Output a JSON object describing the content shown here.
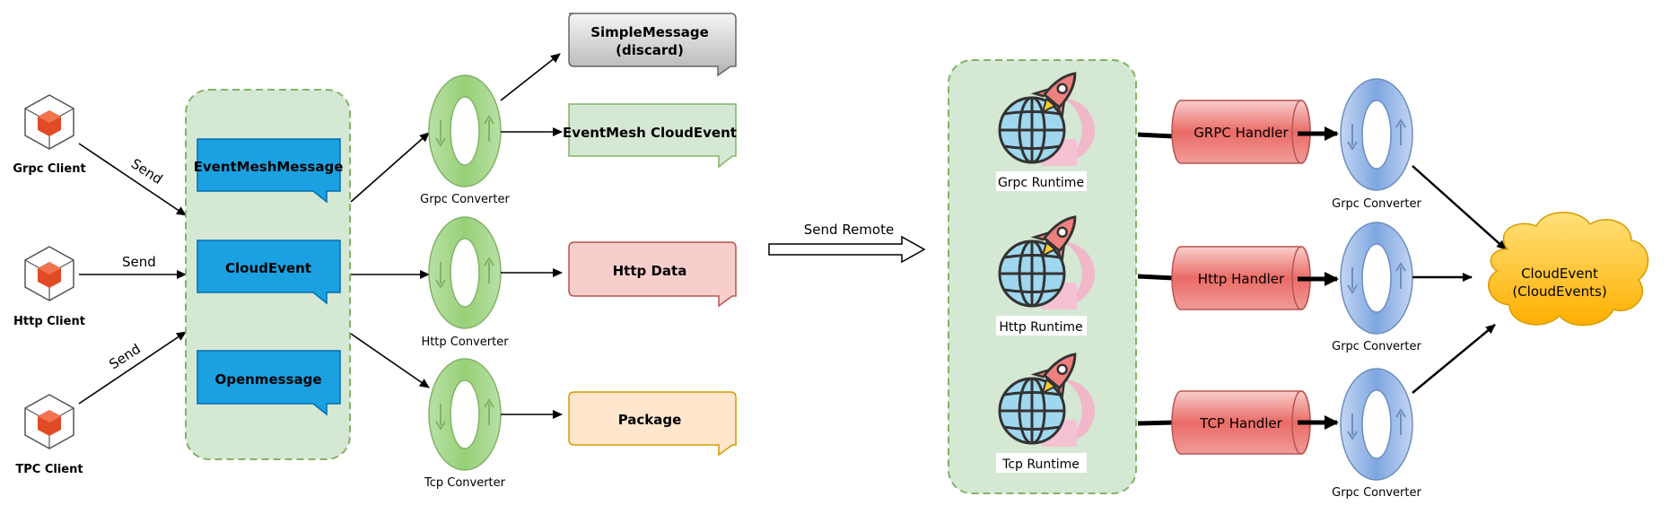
{
  "clients": [
    {
      "label": "Grpc Client",
      "edge": "Send"
    },
    {
      "label": "Http Client",
      "edge": "Send"
    },
    {
      "label": "TPC Client",
      "edge": "Send"
    }
  ],
  "protocols": [
    "EventMeshMessage",
    "CloudEvent",
    "Openmessage"
  ],
  "converters_left": [
    "Grpc Converter",
    "Http Converter",
    "Tcp Converter"
  ],
  "outputs": [
    {
      "line1": "SimpleMessage",
      "line2": "(discard)",
      "fill": "#d7d7d7"
    },
    {
      "line1": "EventMesh CloudEvent",
      "line2": "",
      "fill": "#d5e8d4"
    },
    {
      "line1": "Http Data",
      "line2": "",
      "fill": "#f8cecc"
    },
    {
      "line1": "Package",
      "line2": "",
      "fill": "#ffe6cc"
    }
  ],
  "send_remote": "Send Remote",
  "runtimes": [
    "Grpc Runtime",
    "Http Runtime",
    "Tcp Runtime"
  ],
  "handlers": [
    "GRPC Handler",
    "Http Handler",
    "TCP Handler"
  ],
  "converters_right": [
    "Grpc Converter",
    "Grpc Converter",
    "Grpc Converter"
  ],
  "target": {
    "line1": "CloudEvent",
    "line2": "(CloudEvents)"
  },
  "colors": {
    "group_fill": "#d5e8d4",
    "group_stroke": "#82b366",
    "msg_fill": "#1ba1e2",
    "msg_stroke": "#006eaf",
    "conv_green": "#97d077",
    "conv_blue": "#7ea6e0",
    "handler_fill": "#ea6b66",
    "cloud_fill": "#ffcd28"
  }
}
